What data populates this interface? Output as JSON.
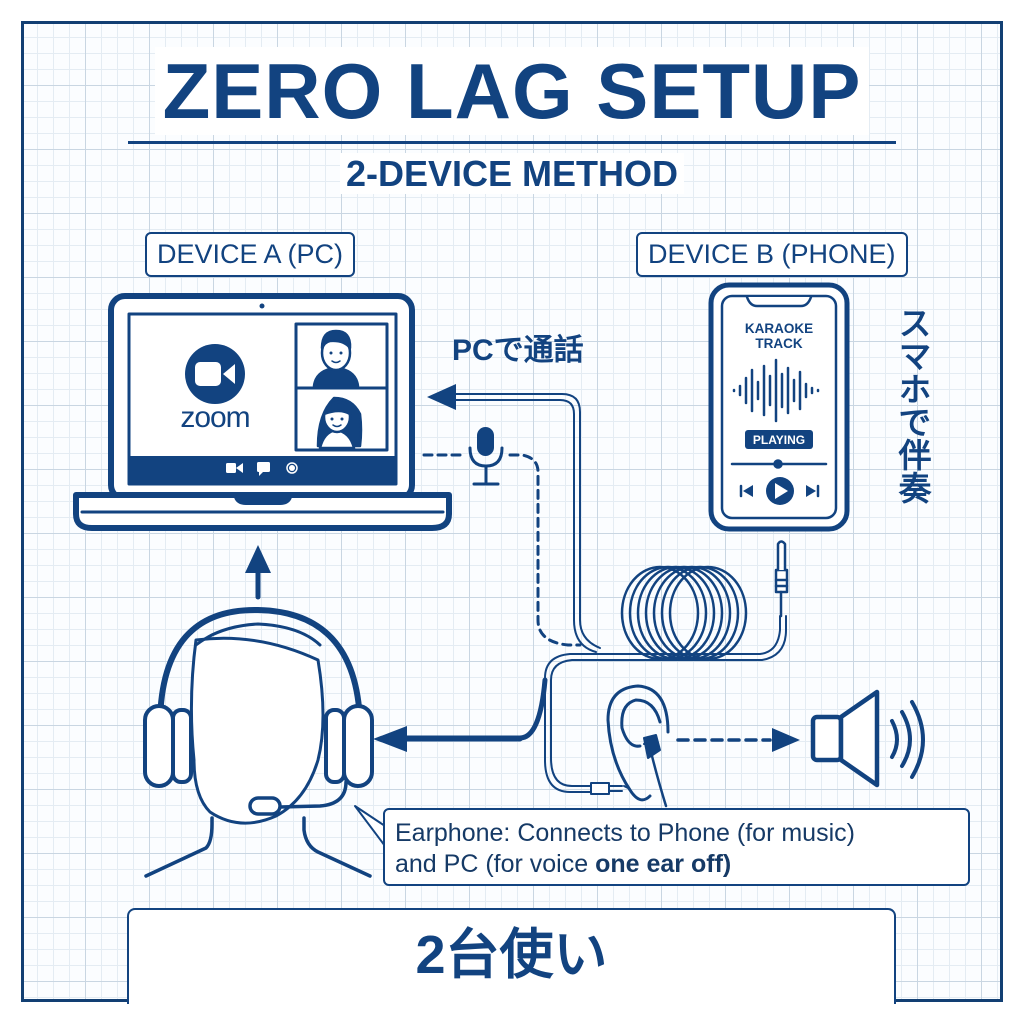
{
  "header": {
    "title": "ZERO LAG SETUP",
    "subtitle": "2-DEVICE METHOD"
  },
  "device_a": {
    "label": "DEVICE A (PC)",
    "app_name": "zoom",
    "participants": [
      "man-avatar",
      "woman-avatar"
    ],
    "toolbar_icons": [
      "video-icon",
      "chat-icon",
      "record-icon"
    ]
  },
  "device_b": {
    "label": "DEVICE B (PHONE)",
    "track_line1": "KARAOKE",
    "track_line2": "TRACK",
    "status": "PLAYING",
    "controls": [
      "previous-icon",
      "play-icon",
      "next-icon"
    ],
    "side_caption": "スマホで伴奏"
  },
  "connections": {
    "pc_call_label": "PCで通話"
  },
  "callout": {
    "line1": "Earphone: Connects to Phone (for music)",
    "line2_prefix": "and PC (for voice ",
    "line2_bold": "one ear off)"
  },
  "footer": {
    "caption": "2台使い"
  },
  "colors": {
    "primary": "#124380",
    "grid_major": "#c9d6e2",
    "grid_minor": "#e4ecf3",
    "background": "#ffffff"
  }
}
